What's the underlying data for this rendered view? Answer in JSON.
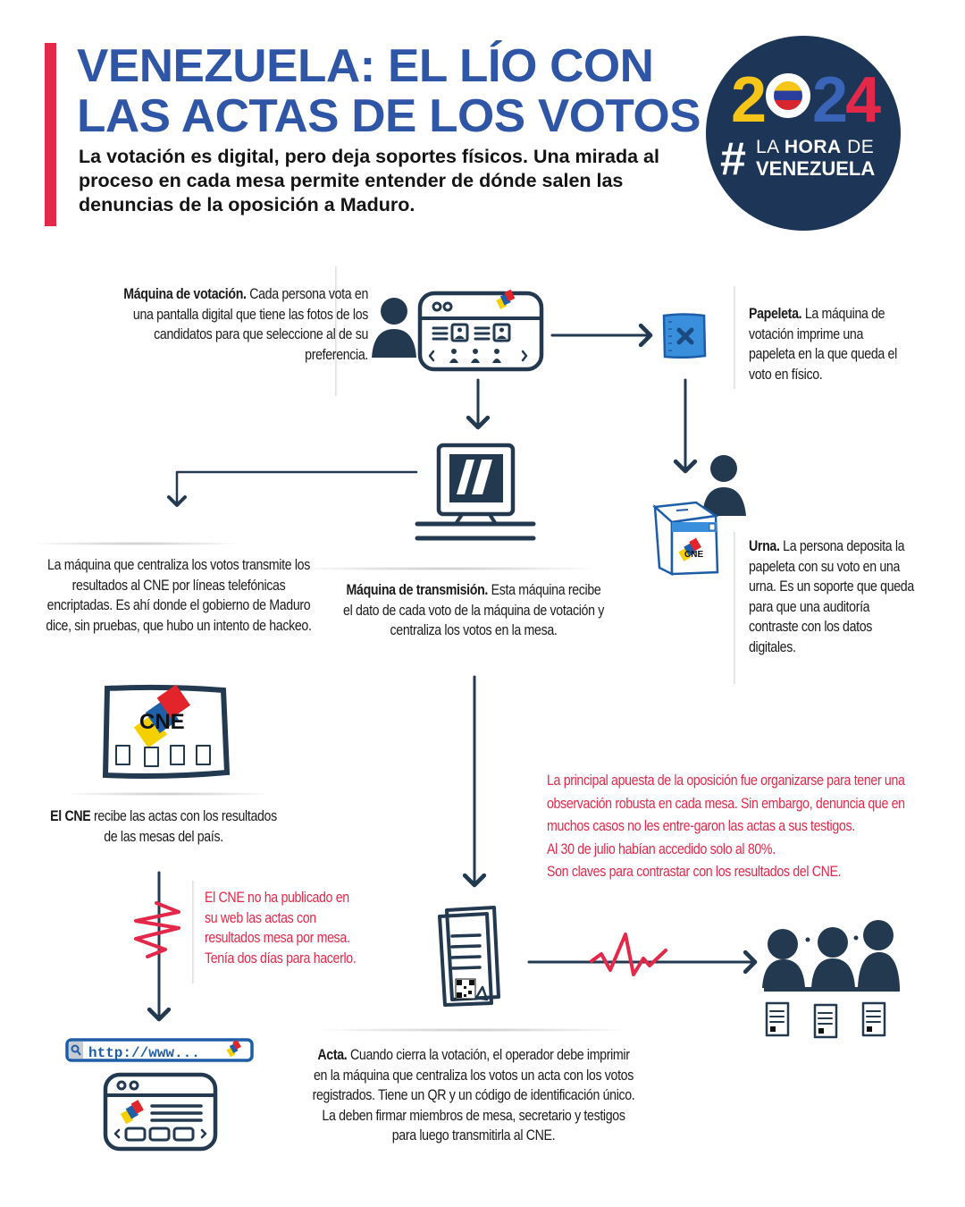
{
  "header": {
    "title_line1": "VENEZUELA: EL LÍO CON",
    "title_line2": "LAS ACTAS DE LOS VOTOS",
    "subtitle": "La votación es digital, pero deja soportes físicos. Una mirada al proceso en cada mesa permite entender de dónde salen las denuncias de la oposición a Maduro."
  },
  "logo": {
    "year_digits": [
      "2",
      "0",
      "2",
      "4"
    ],
    "hashtag": "#",
    "line1_light": "LA",
    "line1_bold": "HORA",
    "line1_end": "DE",
    "line2": "VENEZUELA"
  },
  "steps": {
    "maquina_votacion": {
      "heading": "Máquina de votación.",
      "body": " Cada persona vota en una pantalla digital que tiene las fotos de los candidatos para que seleccione al de su preferencia."
    },
    "papeleta": {
      "heading": "Papeleta.",
      "body": " La máquina de votación imprime una papeleta en la que queda el voto en físico."
    },
    "urna": {
      "heading": "Urna.",
      "body": " La persona deposita la papeleta con su voto en una urna. Es un soporte que queda para que una auditoría contraste con los datos digitales."
    },
    "transmision": {
      "heading": "Máquina de transmisión.",
      "body": " Esta máquina recibe el dato de cada voto de la máquina de votación y centraliza los votos en la mesa."
    },
    "transmite_cne": {
      "body": "La máquina que centraliza los votos transmite los resultados al CNE por líneas telefónicas encriptadas. Es ahí donde el gobierno de Maduro dice, sin pruebas, que hubo un intento de hackeo."
    },
    "cne": {
      "heading": "El CNE",
      "body": " recibe las actas con los resultados de las mesas del país."
    },
    "acta": {
      "heading": "Acta.",
      "body": " Cuando cierra la votación, el operador debe imprimir en la máquina que centraliza los votos un acta con los votos registrados. Tiene un QR y un código de identificación único. La deben firmar miembros de mesa, secretario y testigos para luego transmitirla al CNE."
    }
  },
  "notes": {
    "cne_web": "El CNE no ha publicado en su web las actas con resultados mesa por mesa. Tenía dos días para hacerlo.",
    "oposicion_lines": [
      "La principal apuesta de la oposición fue organizarse para tener una observación robusta en cada mesa. Sin embargo, denuncia que en muchos casos no les entre-garon las actas a sus testigos.",
      "Al 30 de julio habían accedido solo al 80%.",
      "Son claves para contrastar con los resultados del CNE."
    ]
  },
  "illustrations": {
    "cne_logo_text": "CNE",
    "url_text": "http://www...",
    "ballot_mark": "x"
  },
  "colors": {
    "brand_blue": "#2f56a6",
    "accent_red": "#e3284a",
    "ink": "#22394f",
    "navy_logo": "#1d3557",
    "ballot_blue": "#3a8fdc",
    "cne_yellow": "#f5d000",
    "cne_blue": "#1f5fa8",
    "cne_red": "#e3242b"
  }
}
